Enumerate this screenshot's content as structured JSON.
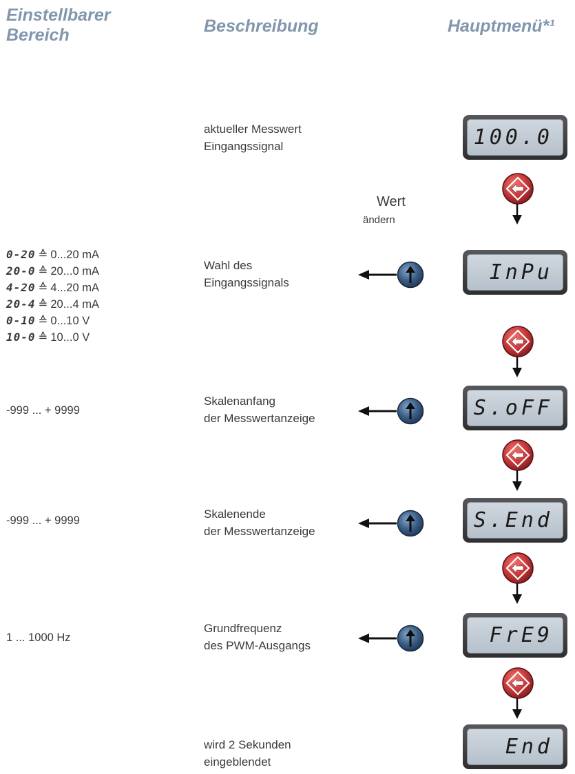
{
  "headers": {
    "range_line1": "Einstellbarer",
    "range_line2": "Bereich",
    "description": "Beschreibung",
    "main_menu": "Hauptmenü*¹"
  },
  "value_change": {
    "line1": "Wert",
    "line2": "ändern"
  },
  "rows": [
    {
      "description": [
        "aktueller Messwert",
        "Eingangssignal"
      ],
      "display": "100.0"
    },
    {
      "description": [
        "Wahl des",
        "Eingangssignals"
      ],
      "display": "InPu"
    },
    {
      "description": [
        "Skalenanfang",
        "der Messwertanzeige"
      ],
      "display": "S.oFF",
      "range": "-999 ... + 9999"
    },
    {
      "description": [
        "Skalenende",
        "der Messwertanzeige"
      ],
      "display": "S.End",
      "range": "-999 ... + 9999"
    },
    {
      "description": [
        "Grundfrequenz",
        "des PWM-Ausgangs"
      ],
      "display": "FrE9",
      "range": "1 ... 1000 Hz"
    },
    {
      "description": [
        "wird 2 Sekunden",
        "eingeblendet"
      ],
      "display": "End"
    }
  ],
  "input_options": [
    {
      "code": "0-20",
      "eq": "≙",
      "value": "0...20 mA"
    },
    {
      "code": "20-0",
      "eq": "≙",
      "value": "20...0 mA"
    },
    {
      "code": "4-20",
      "eq": "≙",
      "value": "4...20 mA"
    },
    {
      "code": "20-4",
      "eq": "≙",
      "value": "20...4 mA"
    },
    {
      "code": "0-10",
      "eq": "≙",
      "value": "0...10 V"
    },
    {
      "code": "10-0",
      "eq": "≙",
      "value": "10...0 V"
    }
  ],
  "colors": {
    "header": "#8296ad",
    "enter_button": "#c8393b",
    "up_button": "#3c5f86",
    "lcd": "#c4ccd5"
  },
  "icons": {
    "enter": "enter-diamond-icon",
    "up": "up-arrow-button-icon",
    "down": "down-arrow-icon",
    "left": "left-arrow-icon"
  }
}
